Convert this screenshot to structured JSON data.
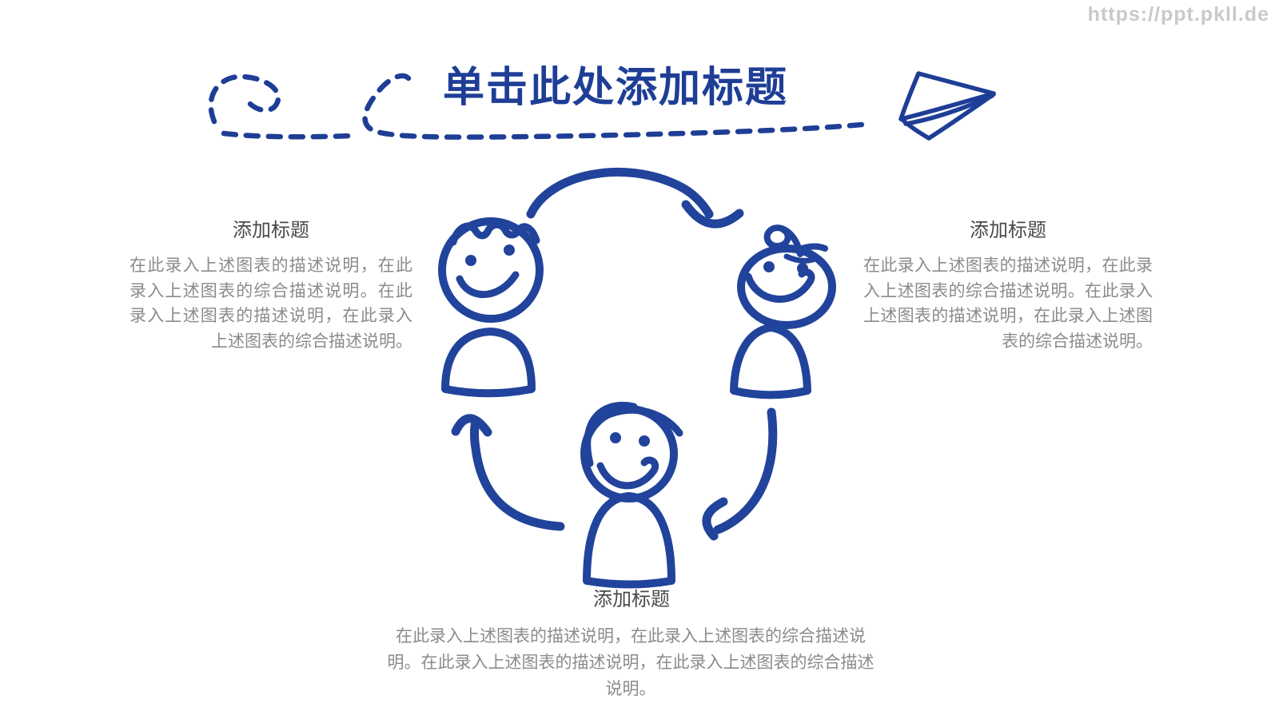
{
  "slide": {
    "watermark": "https://ppt.pkll.de",
    "title": "单击此处添加标题"
  },
  "sections": {
    "left": {
      "heading": "添加标题",
      "body": "在此录入上述图表的描述说明，在此录入上述图表的综合描述说明。在此录入上述图表的描述说明，在此录入上述图表的综合描述说明。"
    },
    "right": {
      "heading": "添加标题",
      "body": "在此录入上述图表的描述说明，在此录入上述图表的综合描述说明。在此录入上述图表的描述说明，在此录入上述图表的综合描述说明。"
    },
    "bottom": {
      "heading": "添加标题",
      "body": "在此录入上述图表的描述说明，在此录入上述图表的综合描述说明。在此录入上述图表的描述说明，在此录入上述图表的综合描述说明。"
    }
  },
  "diagram": {
    "type": "cycle",
    "direction": "clockwise",
    "nodes": [
      "kid-top-left",
      "kid-right",
      "kid-bottom"
    ],
    "icons": [
      "paper-plane-icon",
      "dashed-flight-path",
      "kid-boy-fringe-icon",
      "kid-curl-hair-icon",
      "kid-swept-hair-icon",
      "cycle-arrow"
    ]
  },
  "colors": {
    "accent_blue": "#1e3e96",
    "figure_blue": "#21439b",
    "heading_gray": "#4a4a4a",
    "body_gray": "#8b8b8b",
    "watermark_gray": "#c7c9cc",
    "background": "#ffffff"
  }
}
